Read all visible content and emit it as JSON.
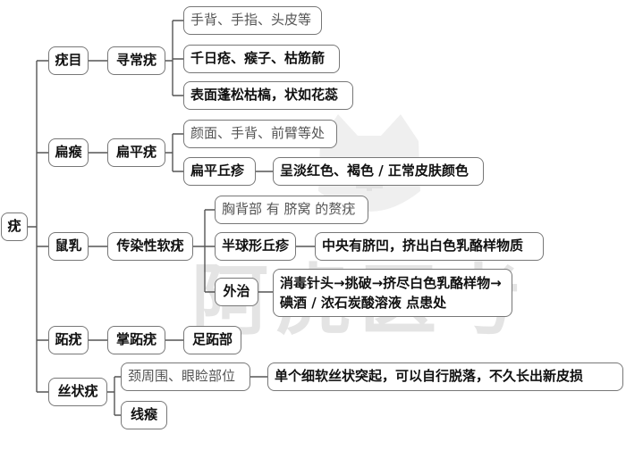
{
  "root": "疣",
  "wart_types": [
    {
      "name": "疣目",
      "subtype": "寻常疣"
    },
    {
      "name": "扁瘊",
      "subtype": "扁平疣"
    },
    {
      "name": "鼠乳",
      "subtype": "传染性软疣"
    },
    {
      "name": "跖疣",
      "subtype": "掌跖疣"
    },
    {
      "name": "丝状疣"
    }
  ],
  "details": {
    "common": [
      "手背、手指、头皮等",
      "千日疮、瘊子、枯筋箭",
      "表面蓬松枯槁，状如花蕊"
    ],
    "flat_site": "颜面、手背、前臂等处",
    "flat_papule": "扁平丘疹",
    "flat_color": "呈淡红色、褐色 / 正常皮肤颜色",
    "molluscum_site": "胸背部 有 脐窝 的赘疣",
    "molluscum_papule": "半球形丘疹",
    "molluscum_desc": "中央有脐凹，挤出白色乳酪样物质",
    "molluscum_tx_label": "外治",
    "molluscum_tx": "消毒针头→挑破→挤尽白色乳酪样物→碘酒 / 浓石炭酸溶液 点患处",
    "plantar_site": "足跖部",
    "filiform_site": "颈周围、眼睑部位",
    "filiform_desc": "单个细软丝状突起，可以自行脱落，不久长出新皮损",
    "filiform_alias": "线瘊"
  },
  "watermark": "阿虎医考",
  "colors": {
    "border": "#777777",
    "line": "#555555",
    "watermark": "#e4e4e4"
  }
}
